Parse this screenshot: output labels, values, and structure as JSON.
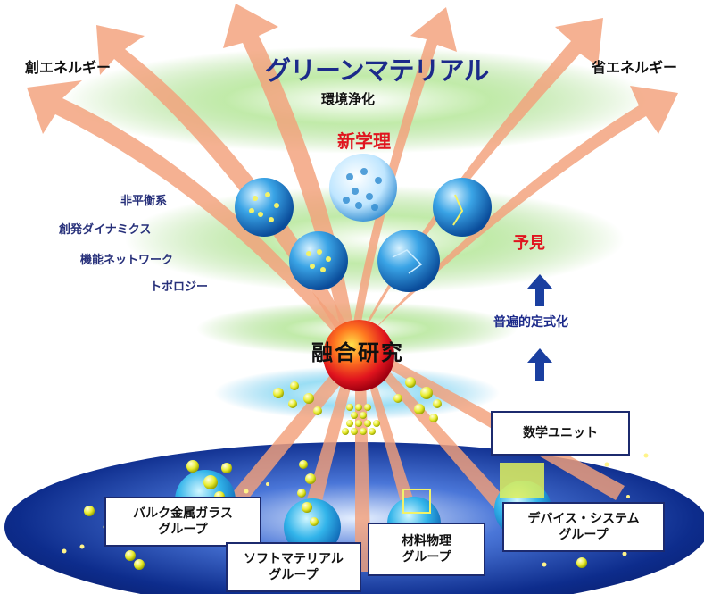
{
  "title": "グリーンマテリアル",
  "left_top": "創エネルギー",
  "right_top": "省エネルギー",
  "environment": "環境浄化",
  "new_theory": "新学理",
  "foresight": "予見",
  "formulation": "普遍的定式化",
  "fusion": "融合研究",
  "concepts": [
    "非平衡系",
    "創発ダイナミクス",
    "機能ネットワーク",
    "トポロジー"
  ],
  "groups": {
    "math": "数学ユニット",
    "bulk_1": "バルク金属ガラス",
    "bulk_2": "グループ",
    "soft_1": "ソフトマテリアル",
    "soft_2": "グループ",
    "materials_1": "材料物理",
    "materials_2": "グループ",
    "device_1": "デバイス・システム",
    "device_2": "グループ"
  },
  "colors": {
    "title_blue": "#1c2a8a",
    "red": "#e0141e",
    "concept_blue": "#27307a",
    "ellipse_blue": "#0d2c8c",
    "arrow_salmon": "#f3a07a",
    "green_band": "#8cd16a"
  }
}
